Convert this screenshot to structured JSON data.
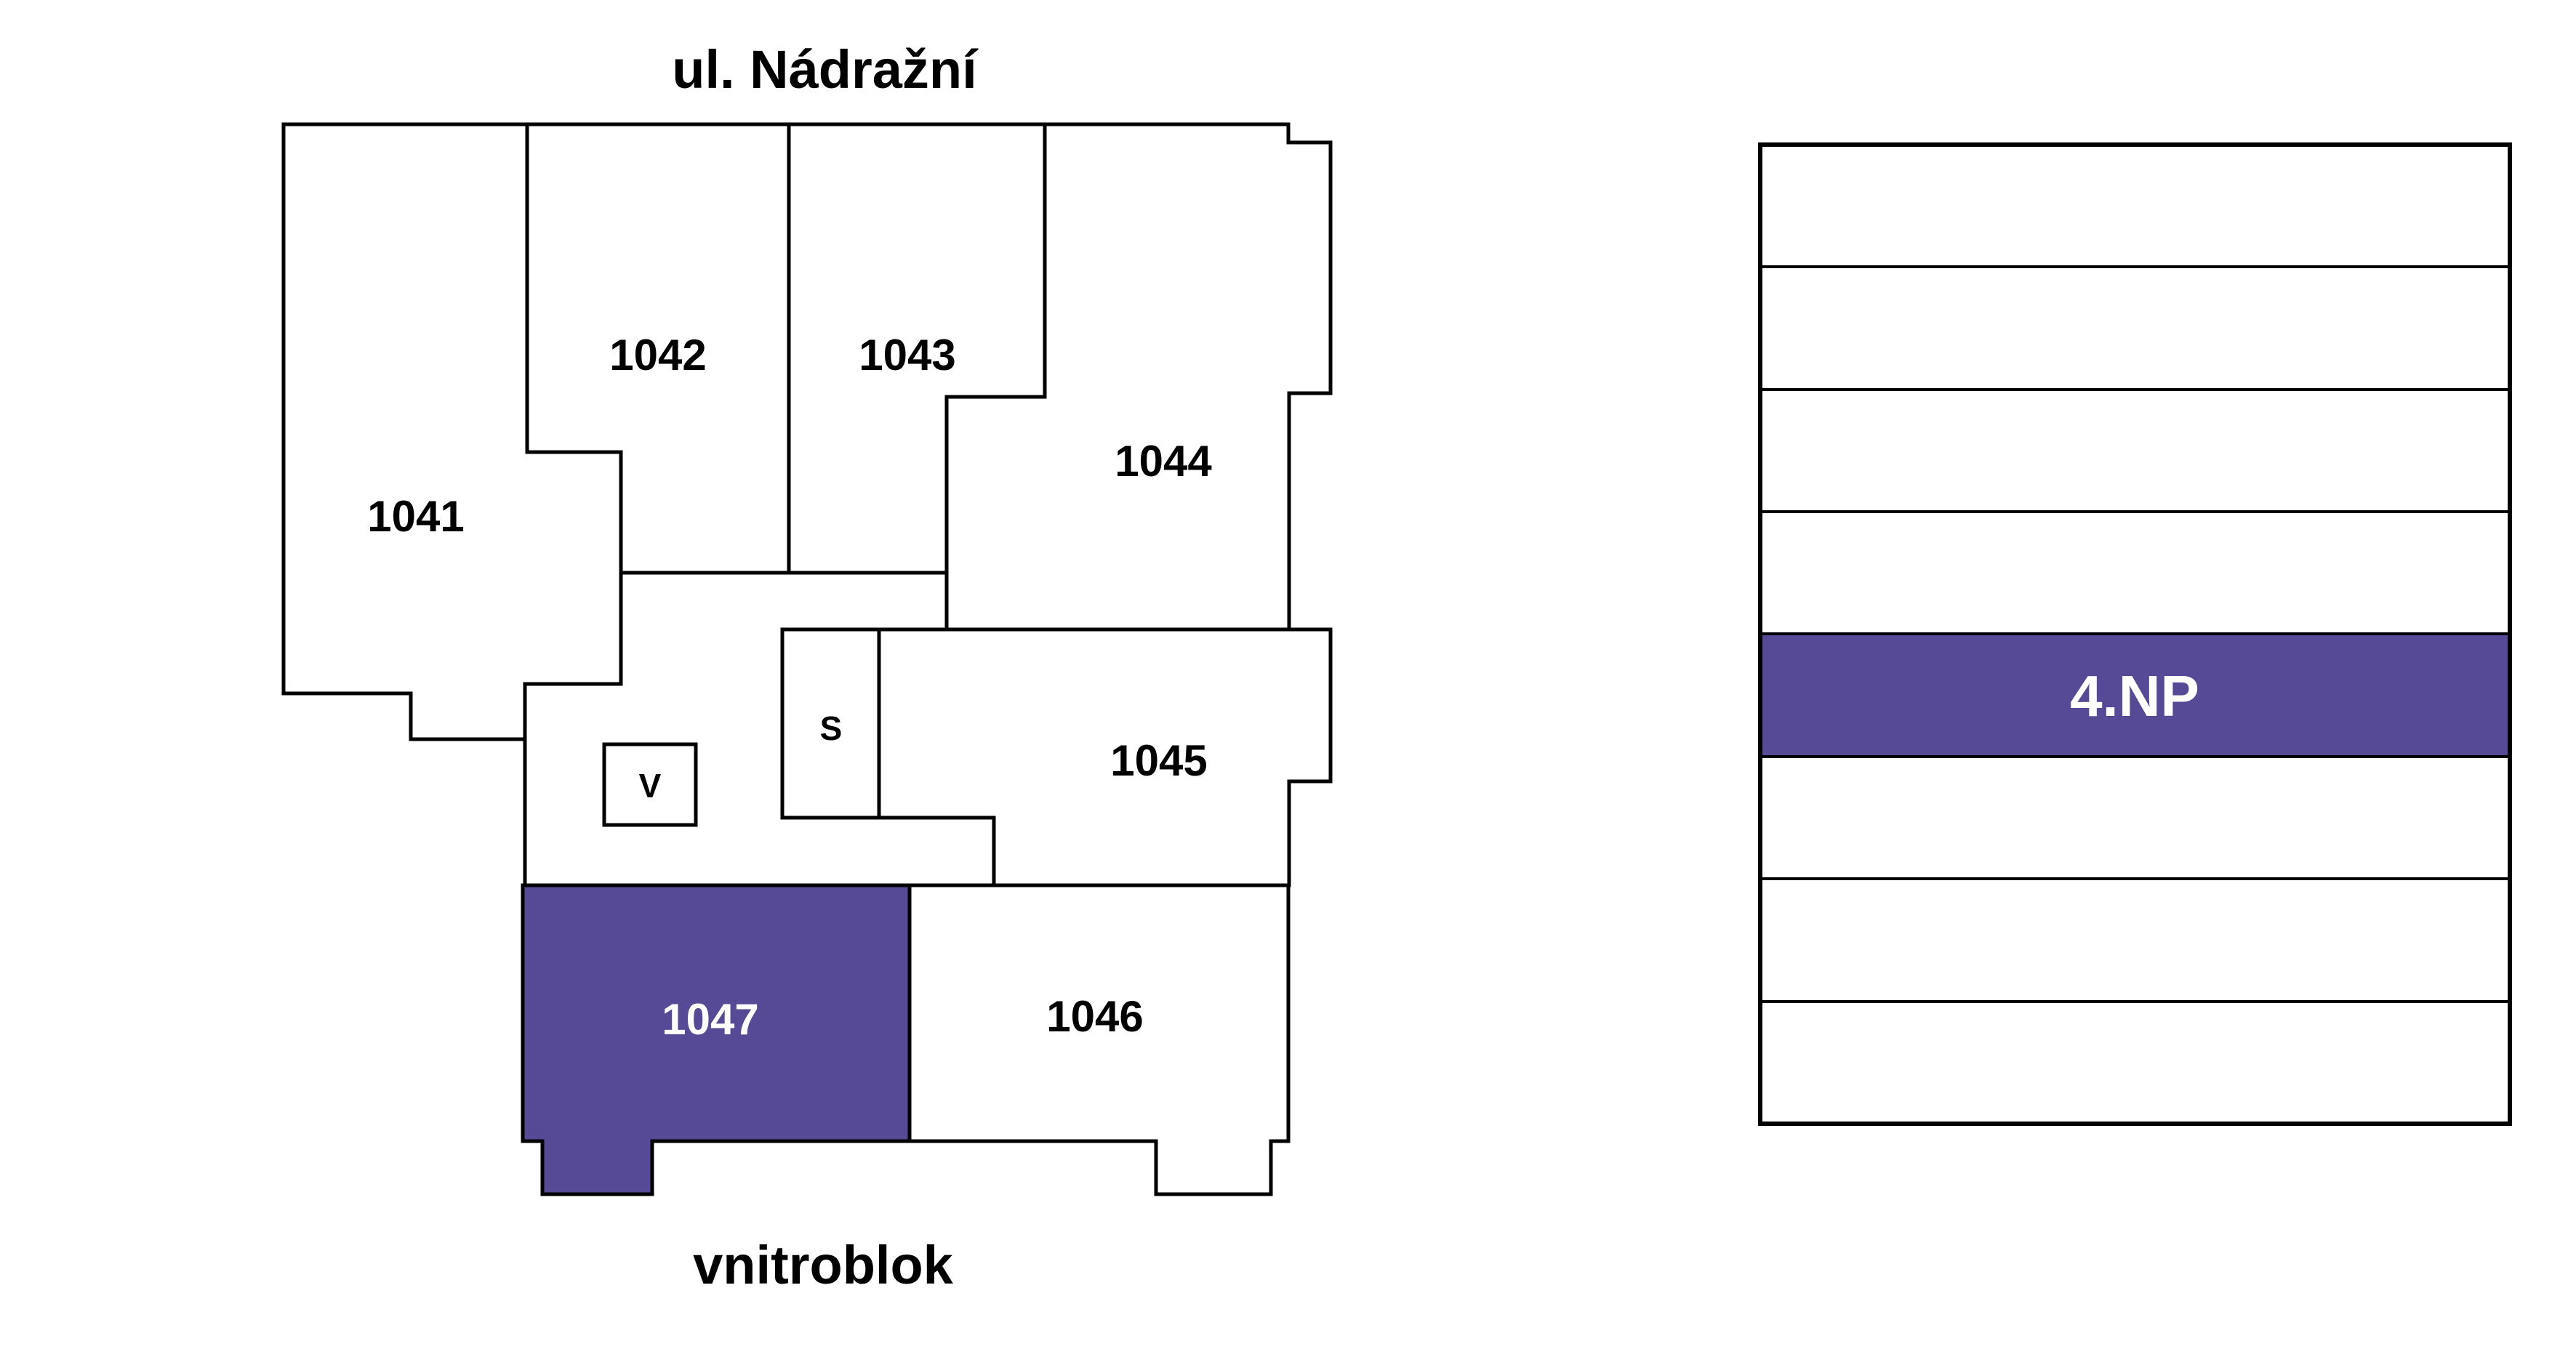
{
  "colors": {
    "accent": "#564A97",
    "outline": "#000000",
    "background": "#ffffff",
    "selected_text": "#ffffff",
    "label_text": "#000000"
  },
  "floor_plan": {
    "street_label": "ul. Nádražní",
    "courtyard_label": "vnitroblok",
    "units": [
      {
        "id": "1041",
        "label": "1041",
        "selected": false
      },
      {
        "id": "1042",
        "label": "1042",
        "selected": false
      },
      {
        "id": "1043",
        "label": "1043",
        "selected": false
      },
      {
        "id": "1044",
        "label": "1044",
        "selected": false
      },
      {
        "id": "1045",
        "label": "1045",
        "selected": false
      },
      {
        "id": "1046",
        "label": "1046",
        "selected": false
      },
      {
        "id": "1047",
        "label": "1047",
        "selected": true
      }
    ],
    "cores": [
      {
        "id": "V",
        "label": "V"
      },
      {
        "id": "S",
        "label": "S"
      }
    ]
  },
  "floor_selector": {
    "floors": [
      {
        "label": "",
        "selected": false
      },
      {
        "label": "",
        "selected": false
      },
      {
        "label": "",
        "selected": false
      },
      {
        "label": "",
        "selected": false
      },
      {
        "label": "4.NP",
        "selected": true
      },
      {
        "label": "",
        "selected": false
      },
      {
        "label": "",
        "selected": false
      },
      {
        "label": "",
        "selected": false
      }
    ],
    "selected_floor_label": "4.NP"
  }
}
